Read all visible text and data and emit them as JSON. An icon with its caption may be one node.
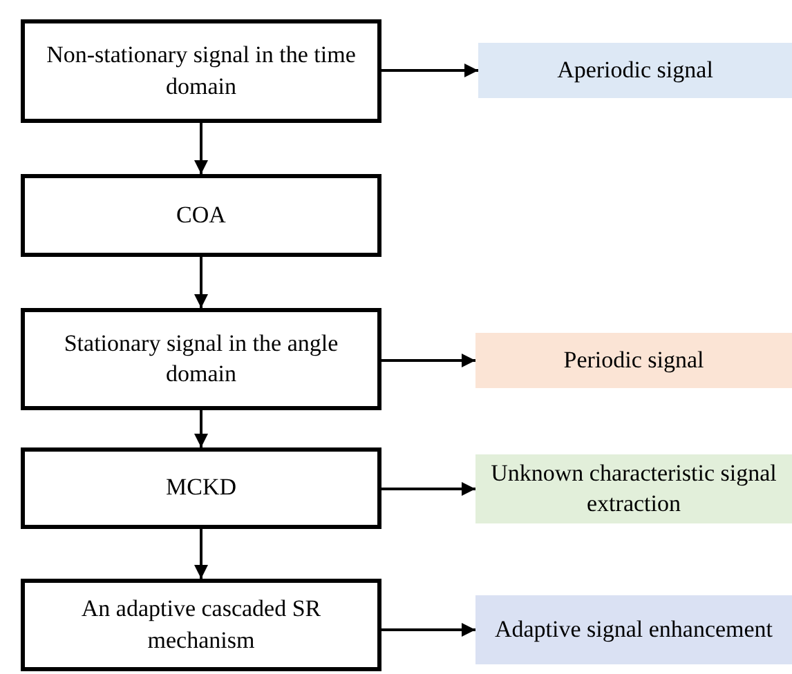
{
  "diagram": {
    "nodes": [
      {
        "text": [
          "Non-stationary signal in the time domain"
        ]
      },
      {
        "text": [
          "COA"
        ]
      },
      {
        "text": [
          "Stationary signal in the angle domain"
        ]
      },
      {
        "text": [
          "MCKD"
        ]
      },
      {
        "text": [
          "An adaptive cascaded SR mechanism"
        ]
      },
      {
        "text": [
          "Aperiodic signal"
        ]
      },
      {
        "text": [
          "Periodic signal"
        ]
      },
      {
        "text": [
          "Unknown characteristic signal extraction"
        ]
      },
      {
        "text": [
          "Adaptive signal enhancement"
        ]
      }
    ],
    "edges": [
      {
        "from": 0,
        "to": 1,
        "arrow": "to"
      },
      {
        "from": 1,
        "to": 2,
        "arrow": "to"
      },
      {
        "from": 2,
        "to": 3,
        "arrow": "to"
      },
      {
        "from": 3,
        "to": 4,
        "arrow": "to"
      },
      {
        "from": 0,
        "to": 5,
        "arrow": "to"
      },
      {
        "from": 2,
        "to": 6,
        "arrow": "to"
      },
      {
        "from": 3,
        "to": 7,
        "arrow": "to"
      },
      {
        "from": 4,
        "to": 8,
        "arrow": "to"
      }
    ]
  }
}
